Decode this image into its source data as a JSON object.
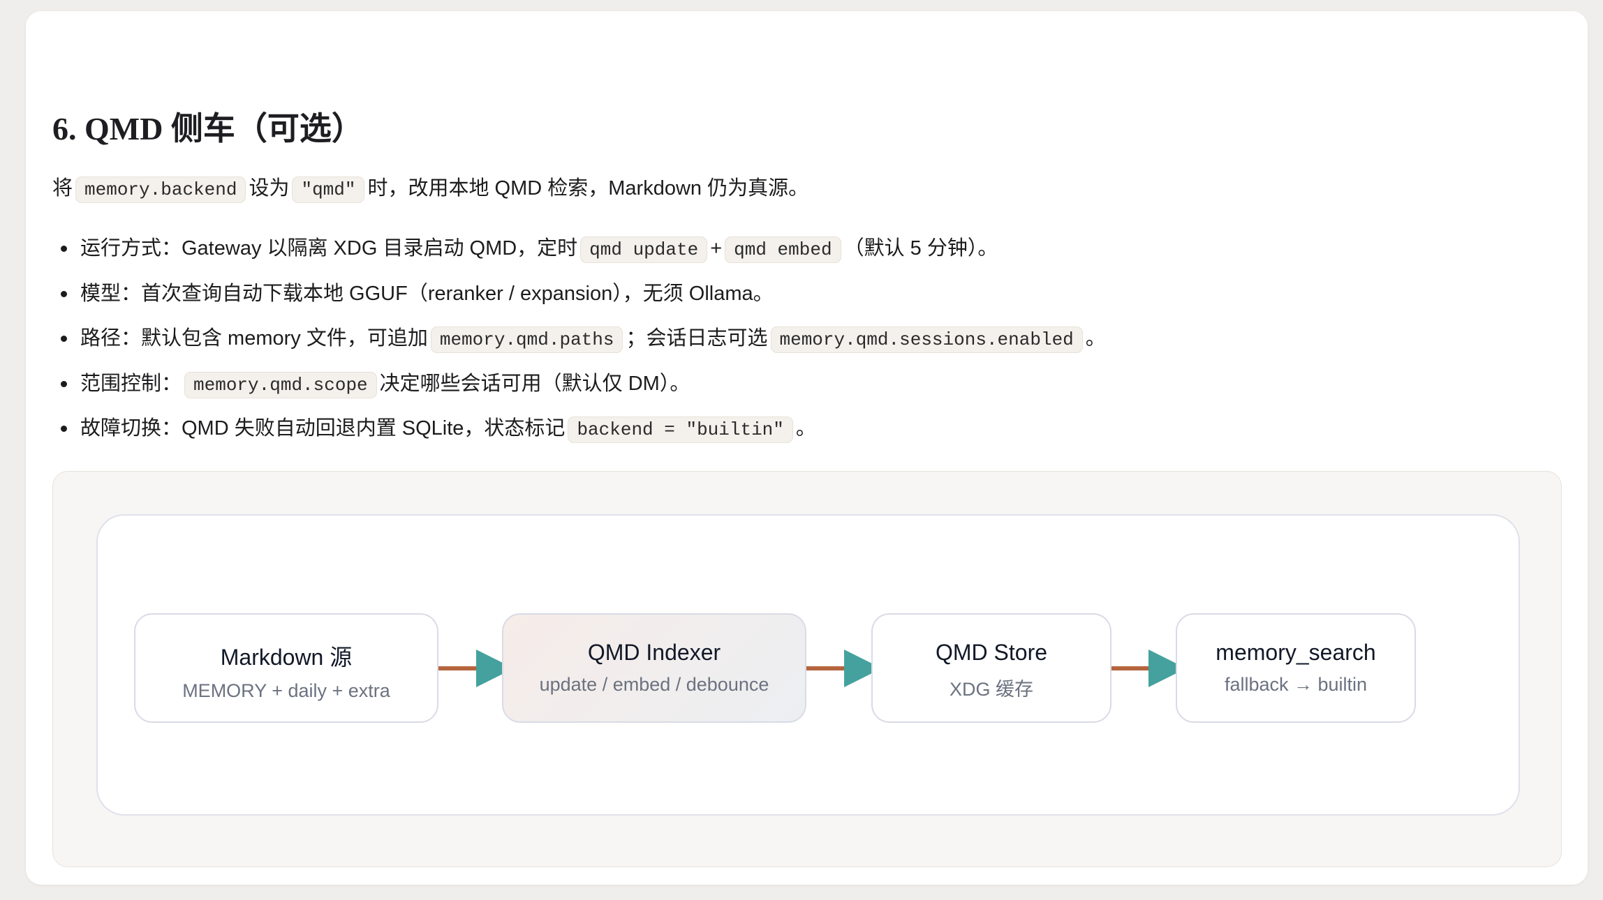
{
  "heading": "6. QMD 侧车（可选）",
  "intro": {
    "t1": "将",
    "c1": "memory.backend",
    "t2": "设为",
    "c2": "\"qmd\"",
    "t3": "时，改用本地 QMD 检索，Markdown 仍为真源。"
  },
  "bullets": [
    {
      "t1": "运行方式：Gateway 以隔离 XDG 目录启动 QMD，定时",
      "c1": "qmd update",
      "t2": "+",
      "c2": "qmd embed",
      "t3": "（默认 5 分钟）。"
    },
    {
      "t1": "模型：首次查询自动下载本地 GGUF（reranker / expansion），无须 Ollama。"
    },
    {
      "t1": "路径：默认包含 memory 文件，可追加",
      "c1": "memory.qmd.paths",
      "t2": "；会话日志可选",
      "c2": "memory.qmd.sessions.enabled",
      "t3": "。"
    },
    {
      "t1": "范围控制：",
      "c1": "memory.qmd.scope",
      "t2": "决定哪些会话可用（默认仅 DM）。"
    },
    {
      "t1": "故障切换：QMD 失败自动回退内置 SQLite，状态标记",
      "c1": "backend = \"builtin\"",
      "t2": "。"
    }
  ],
  "diagram": {
    "nodes": [
      {
        "title": "Markdown 源",
        "sub": "MEMORY + daily + extra"
      },
      {
        "title": "QMD Indexer",
        "sub": "update / embed / debounce"
      },
      {
        "title": "QMD Store",
        "sub": "XDG 缓存"
      },
      {
        "title": "memory_search",
        "sub": "fallback → builtin"
      }
    ],
    "colors": {
      "edge": "#b5653d",
      "arrowhead": "#45a19e"
    }
  }
}
